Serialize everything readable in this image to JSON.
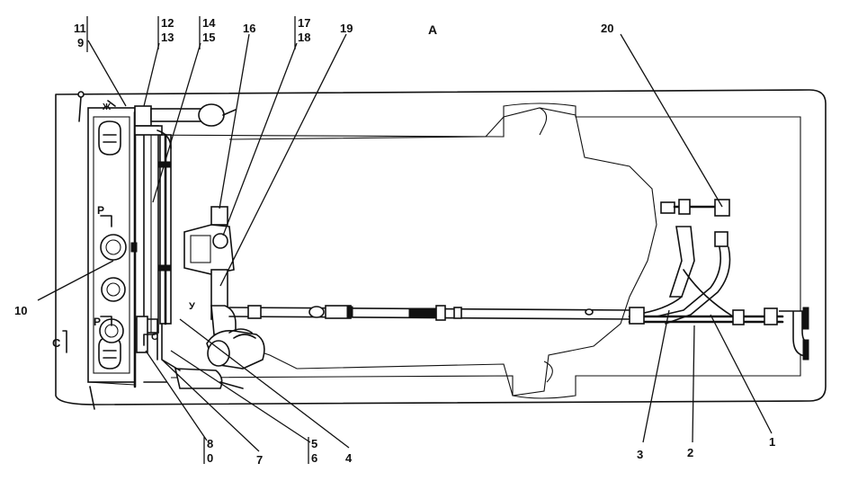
{
  "view_label": "A",
  "callouts": {
    "c1": "1",
    "c2": "2",
    "c3": "3",
    "c4": "4",
    "c5": "5",
    "c6": "6",
    "c7": "7",
    "c8": "8",
    "c0": "0",
    "c9": "9",
    "c10": "10",
    "c11": "11",
    "c12": "12",
    "c13": "13",
    "c14": "14",
    "c15": "15",
    "c16": "16",
    "c17": "17",
    "c18": "18",
    "c19": "19",
    "c20": "20"
  },
  "marks": {
    "p_upper": "P",
    "p_lower": "P",
    "c_left": "C",
    "c_inner": "C",
    "zh": "Ж",
    "u": "У"
  }
}
